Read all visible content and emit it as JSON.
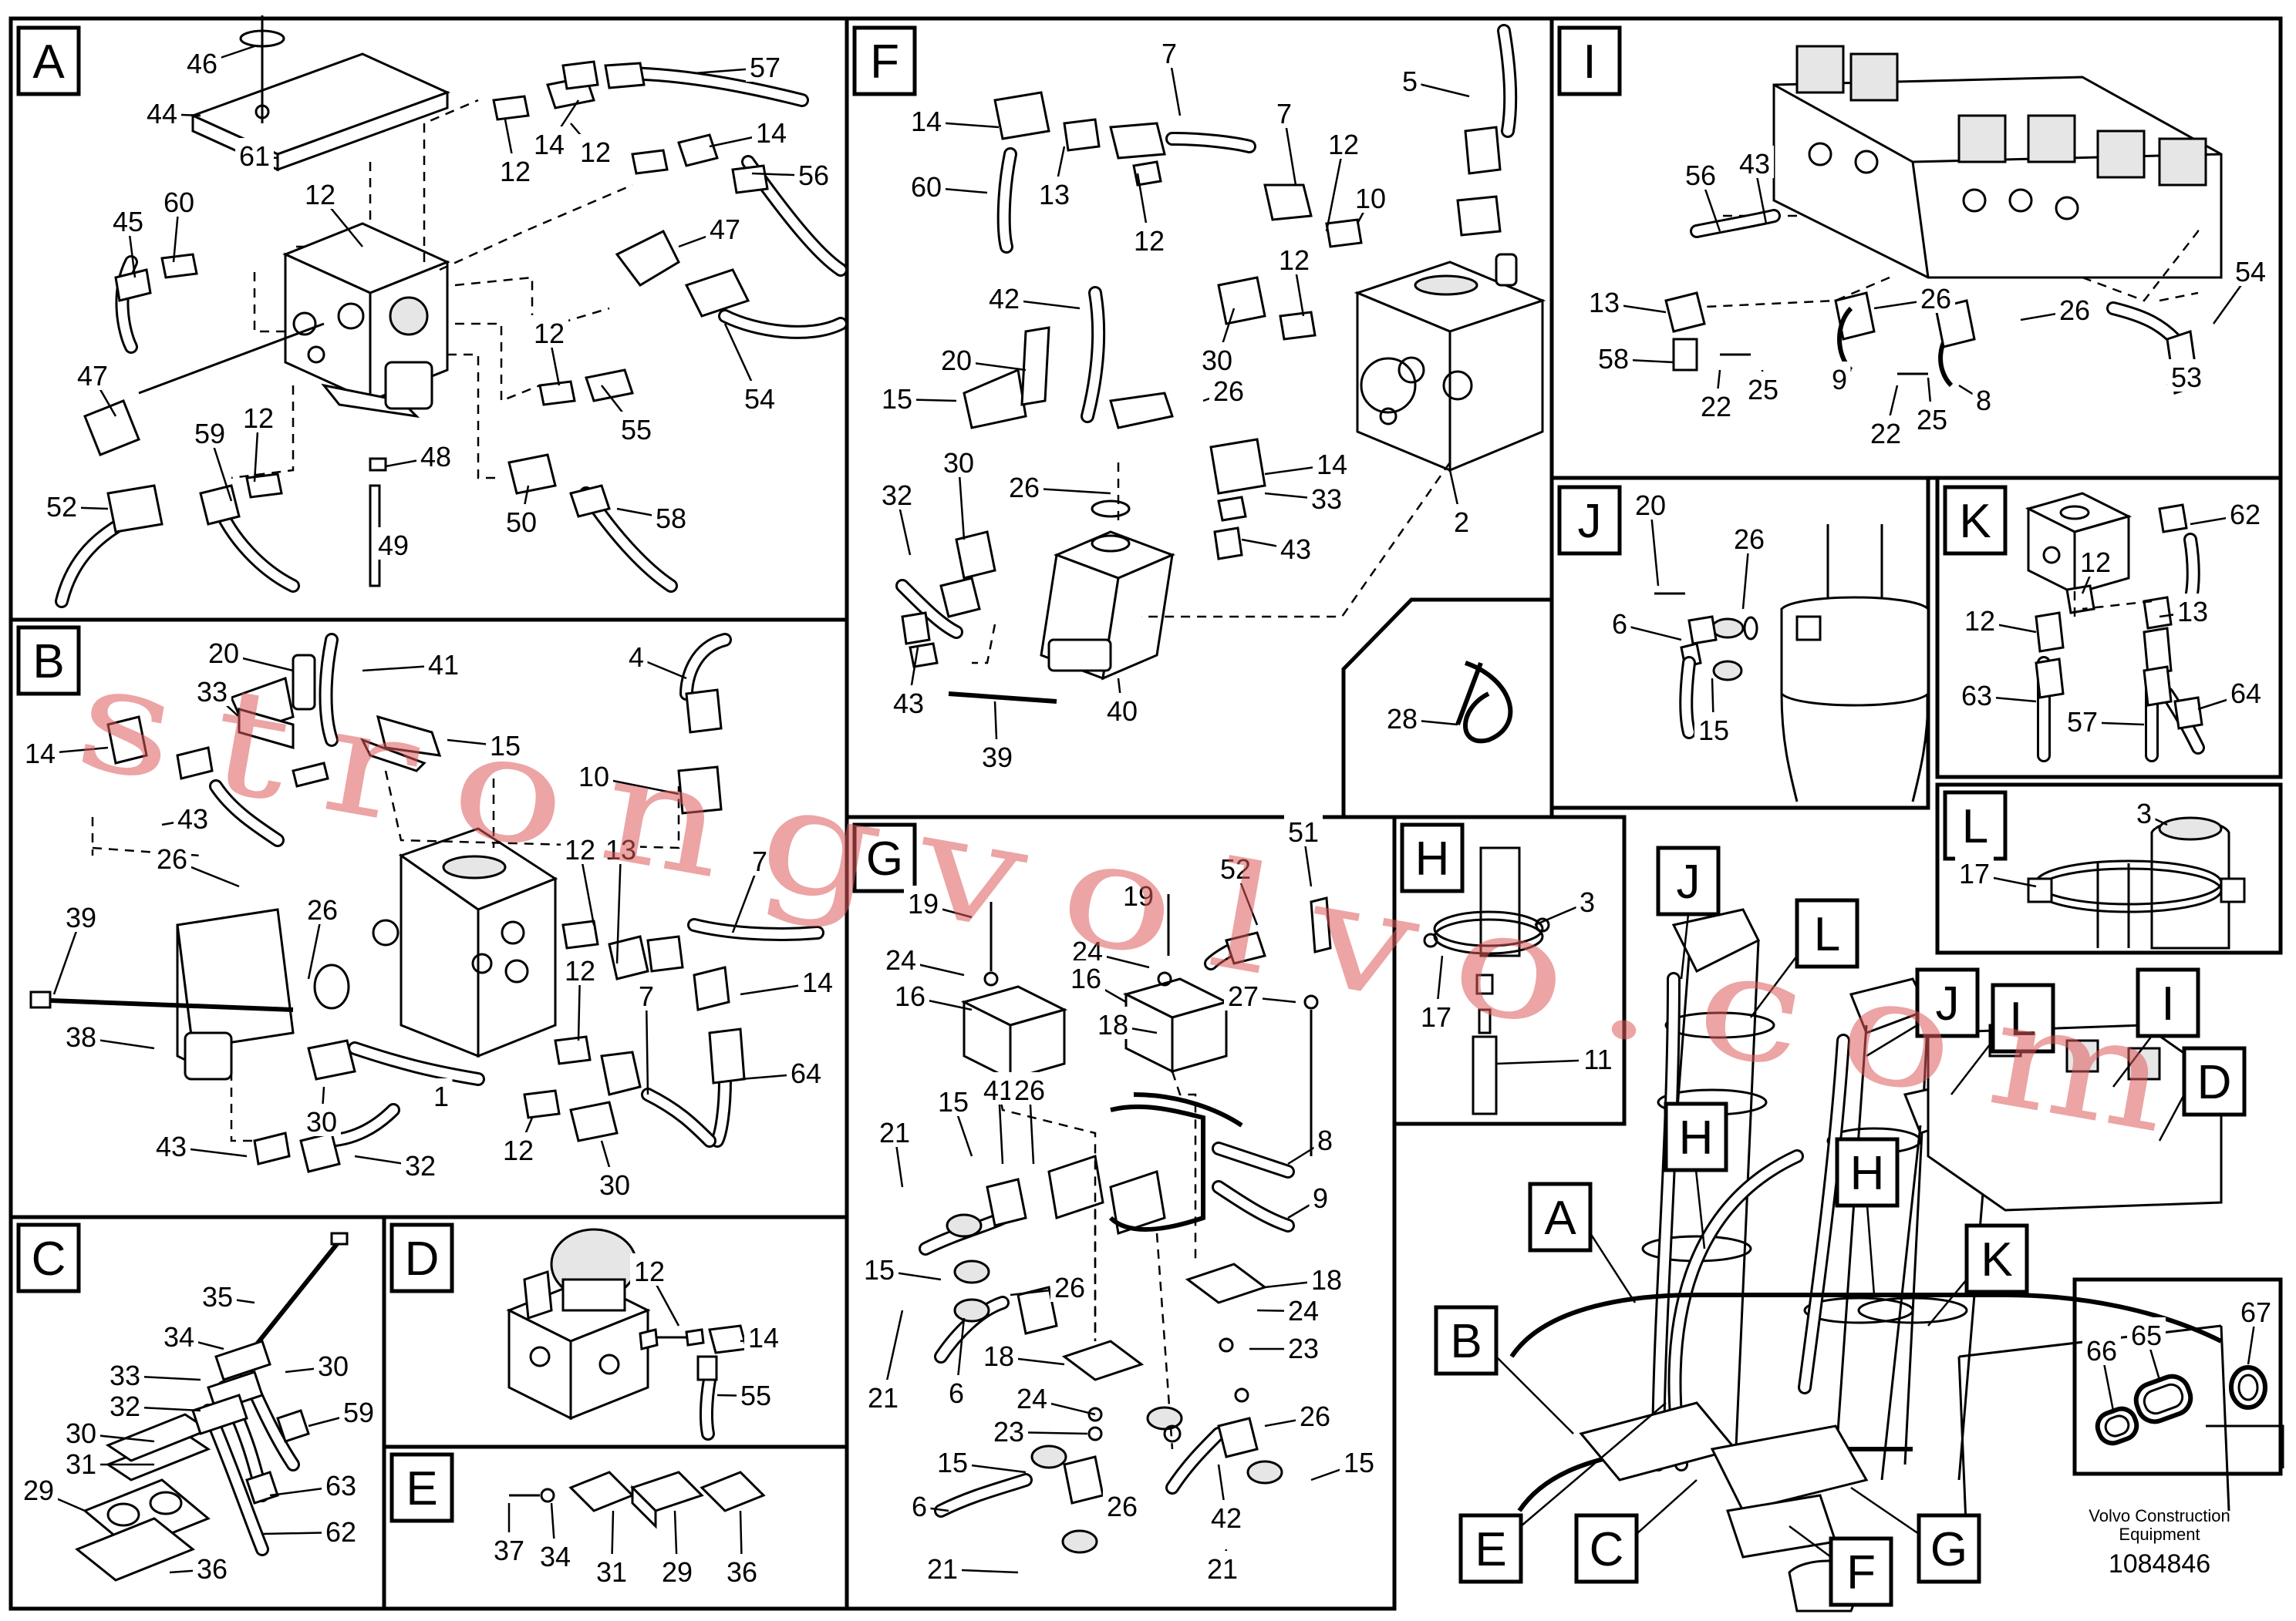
{
  "panels": [
    {
      "id": "A"
    },
    {
      "id": "B"
    },
    {
      "id": "C"
    },
    {
      "id": "D"
    },
    {
      "id": "E"
    },
    {
      "id": "F"
    },
    {
      "id": "G"
    },
    {
      "id": "H"
    },
    {
      "id": "I"
    },
    {
      "id": "J"
    },
    {
      "id": "K"
    },
    {
      "id": "L"
    }
  ],
  "callouts": {
    "A": [
      "46",
      "57",
      "44",
      "12",
      "14",
      "12",
      "14",
      "61",
      "56",
      "45",
      "60",
      "12",
      "47",
      "47",
      "12",
      "54",
      "55",
      "59",
      "12",
      "48",
      "52",
      "50",
      "58",
      "49"
    ],
    "B": [
      "20",
      "41",
      "4",
      "33",
      "14",
      "15",
      "10",
      "43",
      "12",
      "13",
      "7",
      "26",
      "26",
      "39",
      "12",
      "7",
      "14",
      "38",
      "64",
      "1",
      "30",
      "43",
      "32",
      "12",
      "30"
    ],
    "C": [
      "35",
      "34",
      "30",
      "33",
      "32",
      "59",
      "30",
      "31",
      "63",
      "29",
      "62",
      "36"
    ],
    "D": [
      "12",
      "14",
      "55"
    ],
    "E": [
      "37",
      "34",
      "31",
      "29",
      "36"
    ],
    "F": [
      "7",
      "5",
      "14",
      "7",
      "60",
      "13",
      "12",
      "12",
      "10",
      "12",
      "42",
      "30",
      "20",
      "26",
      "15",
      "14",
      "30",
      "26",
      "33",
      "32",
      "43",
      "43",
      "40",
      "39",
      "2"
    ],
    "G": [
      "19",
      "19",
      "52",
      "51",
      "24",
      "24",
      "16",
      "16",
      "27",
      "18",
      "15",
      "41",
      "26",
      "8",
      "21",
      "9",
      "15",
      "26",
      "18",
      "21",
      "6",
      "18",
      "24",
      "24",
      "23",
      "23",
      "15",
      "26",
      "6",
      "42",
      "26",
      "15",
      "21",
      "21"
    ],
    "H": [
      "3",
      "17",
      "11"
    ],
    "I": [
      "56",
      "43",
      "13",
      "26",
      "54",
      "26",
      "58",
      "22",
      "25",
      "9",
      "8",
      "22",
      "25",
      "53"
    ],
    "J": [
      "20",
      "26",
      "6",
      "15"
    ],
    "K": [
      "62",
      "12",
      "12",
      "13",
      "63",
      "57",
      "64"
    ],
    "L": [
      "3",
      "17"
    ],
    "overview": [
      "J",
      "L",
      "J",
      "L",
      "I",
      "H",
      "D",
      "H",
      "A",
      "K",
      "B",
      "E",
      "C",
      "F",
      "G",
      "66",
      "65",
      "67"
    ],
    "detail28": [
      "28"
    ]
  },
  "branding": {
    "company_line1": "Volvo Construction",
    "company_line2": "Equipment",
    "doc_number": "1084846"
  },
  "watermark": "strongvolvo.com"
}
